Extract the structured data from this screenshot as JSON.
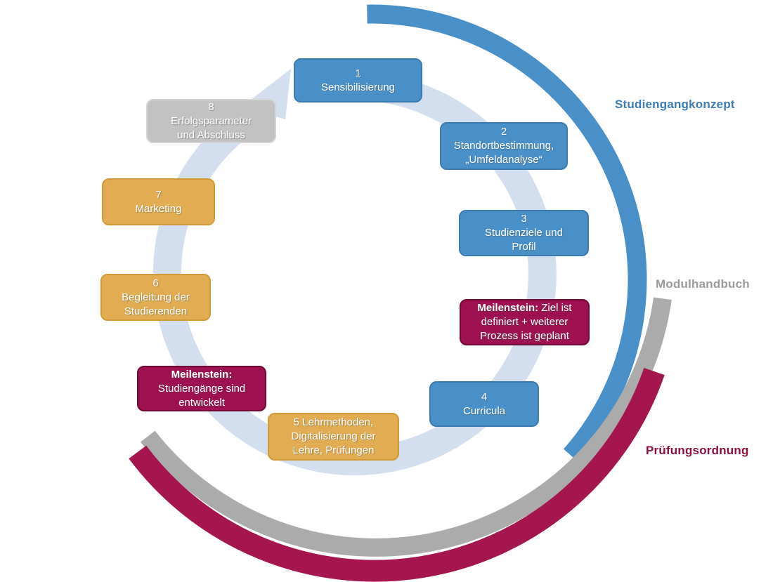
{
  "colors": {
    "step_blue": "#4a90c8",
    "step_yellow": "#e2ad52",
    "step_gray": "#c2c2c2",
    "milestone_red": "#9e1150",
    "cycle_ring": "#d3dfee",
    "arc_blue": "#4a90c8",
    "arc_gray": "#ababab",
    "arc_red": "#a5164e",
    "label_blue": "#3e7cb5",
    "label_gray": "#9b9b9b",
    "label_red": "#8c0f3f"
  },
  "steps": [
    {
      "id": 1,
      "text": "1\nSensibilisierung",
      "color_role": "step_blue"
    },
    {
      "id": 2,
      "text": "2\nStandortbestimmung,\n„Umfeldanalyse“",
      "color_role": "step_blue"
    },
    {
      "id": 3,
      "text": "3\nStudienziele und\nProfil",
      "color_role": "step_blue"
    },
    {
      "id": 4,
      "text": "4\nCurricula",
      "color_role": "step_blue"
    },
    {
      "id": 5,
      "text": "5 Lehrmethoden,\nDigitalisierung der\nLehre, Prüfungen",
      "color_role": "step_yellow"
    },
    {
      "id": 6,
      "text": "6\nBegleitung der\nStudierenden",
      "color_role": "step_yellow"
    },
    {
      "id": 7,
      "text": "7\nMarketing",
      "color_role": "step_yellow"
    },
    {
      "id": 8,
      "text": "8\nErfolgsparameter\nund Abschluss",
      "color_role": "step_gray"
    }
  ],
  "milestones": [
    {
      "bold": "Meilenstein:",
      "rest": "Ziel ist definiert + weiterer Prozess ist geplant"
    },
    {
      "bold": "Meilenstein:",
      "rest": "Studiengänge sind entwickelt"
    }
  ],
  "outer_arcs": [
    {
      "label": "Studiengangkonzept",
      "color_role": "label_blue"
    },
    {
      "label": "Modulhandbuch",
      "color_role": "label_gray"
    },
    {
      "label": "Prüfungsordnung",
      "color_role": "label_red"
    }
  ]
}
